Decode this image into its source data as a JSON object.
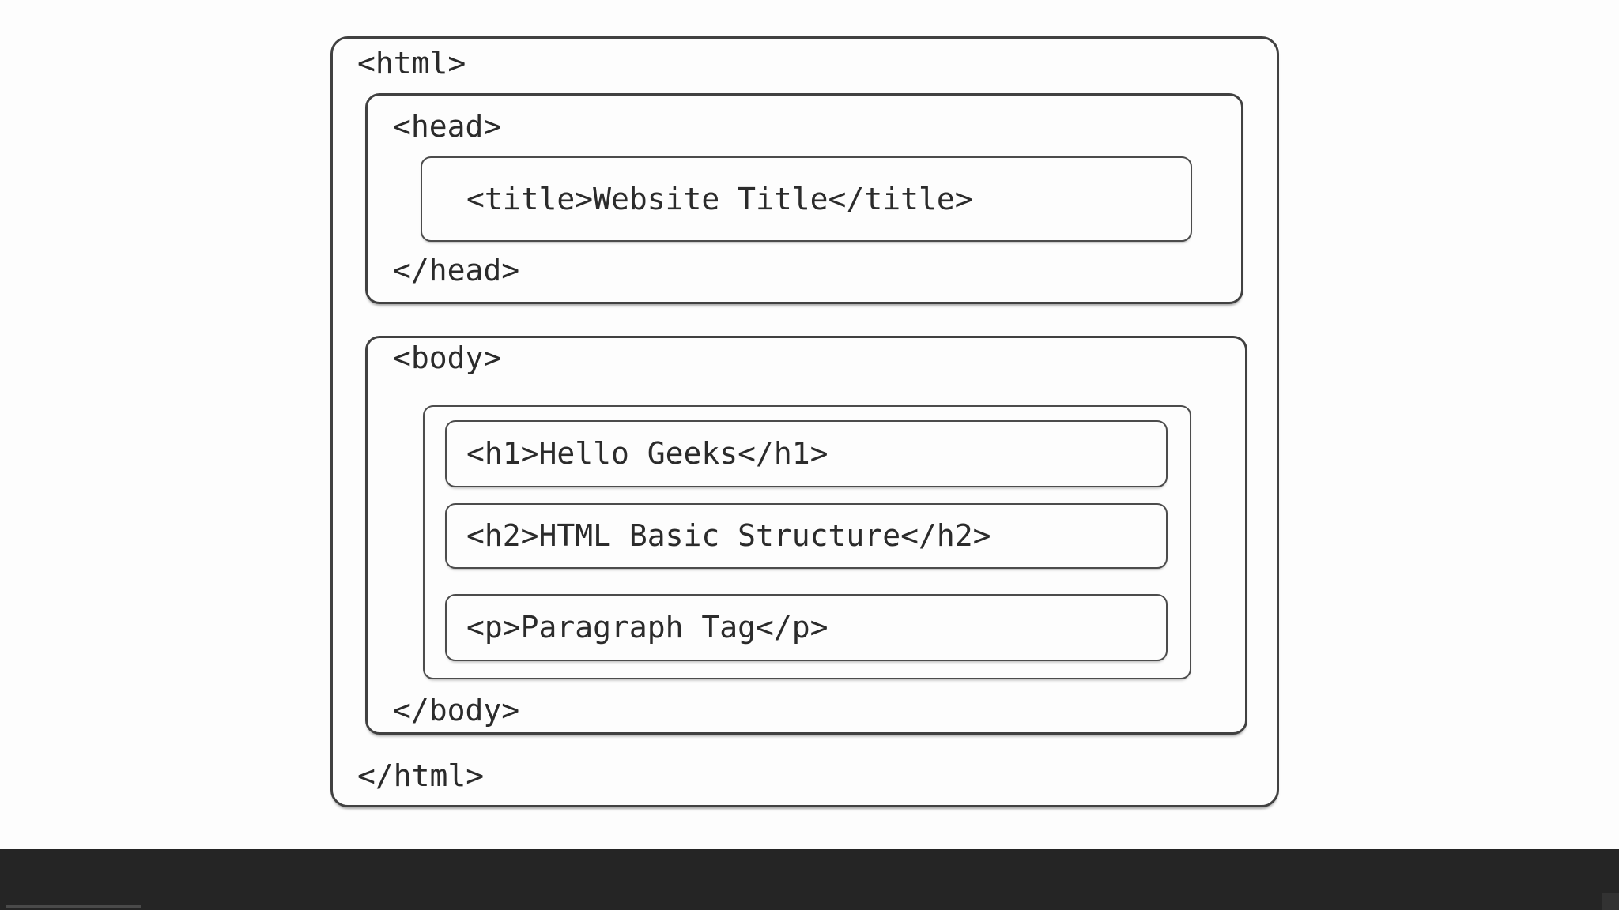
{
  "page": {
    "background": "#fdfdfd",
    "player_bar_color": "#252525"
  },
  "diagram": {
    "type": "nested-boxes",
    "description": "HTML basic page structure",
    "colors": {
      "outer_border": "#414141",
      "inner_border": "#4c4c4c",
      "text": "#2b2b2b"
    },
    "labels": {
      "html_open": "<html>",
      "head_open": "<head>",
      "title_line": "<title>Website Title</title>",
      "head_close": "</head>",
      "body_open": "<body>",
      "h1_line": "<h1>Hello Geeks</h1>",
      "h2_line": "<h2>HTML Basic Structure</h2>",
      "p_line": "<p>Paragraph Tag</p>",
      "body_close": "</body>",
      "html_close": "</html>"
    }
  }
}
